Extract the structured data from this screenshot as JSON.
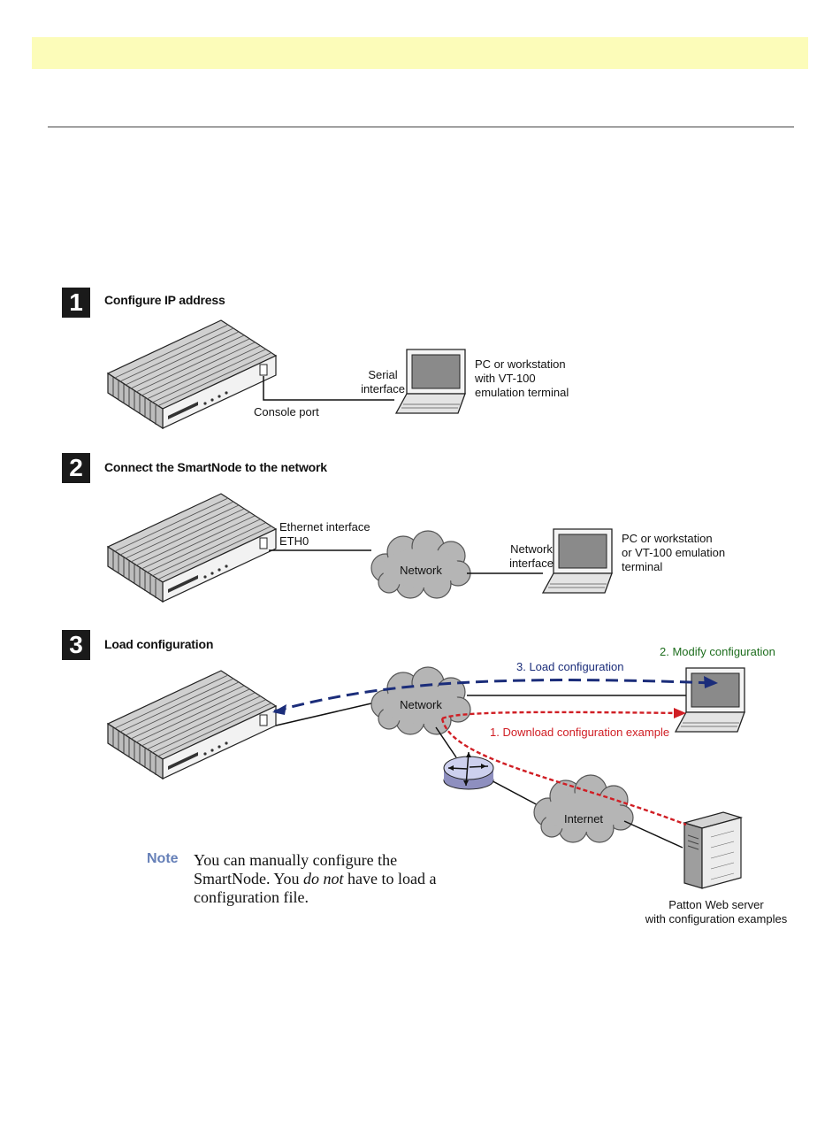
{
  "steps": [
    {
      "number": "1",
      "title": "Configure IP address"
    },
    {
      "number": "2",
      "title": "Connect the SmartNode to the network"
    },
    {
      "number": "3",
      "title": "Load configuration"
    }
  ],
  "step1": {
    "serial_line1": "Serial",
    "serial_line2": "interface",
    "console_port": "Console port",
    "pc_line1": "PC or workstation",
    "pc_line2": "with VT-100",
    "pc_line3": "emulation terminal"
  },
  "step2": {
    "eth_line1": "Ethernet interface",
    "eth_line2": "ETH0",
    "network": "Network",
    "netif_line1": "Network",
    "netif_line2": "interface",
    "pc_line1": "PC or workstation",
    "pc_line2": "or VT-100 emulation",
    "pc_line3": "terminal"
  },
  "step3": {
    "load_config": "3. Load configuration",
    "modify_config": "2. Modify configuration",
    "network": "Network",
    "download_config": "1. Download configuration example",
    "internet": "Internet",
    "server_line1": "Patton Web server",
    "server_line2": "with configuration examples"
  },
  "note": {
    "tag": "Note",
    "text_a": "You can manually configure the SmartNode. You ",
    "text_em": "do not",
    "text_b": " have to load a configuration file."
  },
  "colors": {
    "banner": "#fcfcb9",
    "load_arrow": "#1b2d7a",
    "download_arrow": "#d01e24",
    "modify_text": "#1d6d1d",
    "note_tag": "#6680b8"
  }
}
